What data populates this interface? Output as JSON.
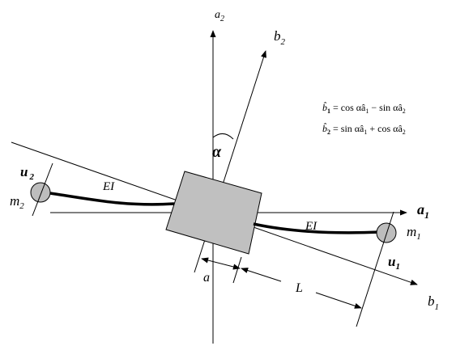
{
  "labels": {
    "a1": "a",
    "a1_sub": "1",
    "a2": "a",
    "a2_sub": "2",
    "b1": "b",
    "b1_sub": "1",
    "b2": "b",
    "b2_sub": "2",
    "alpha": "α",
    "u1": "u",
    "u1_sub": "1",
    "u2": "u",
    "u2_sub": "2",
    "m1": "m",
    "m1_sub": "1",
    "m2": "m",
    "m2_sub": "2",
    "ei_left": "EI",
    "ei_right": "EI",
    "dim_a": "a",
    "dim_L": "L"
  },
  "equations": {
    "eq1_lhs": "b̂",
    "eq1_lhs_sub": "1",
    "eq1_rhs": " = cos αâ",
    "eq1_rhs_sub1": "1",
    "eq1_mid": " − sin αâ",
    "eq1_rhs_sub2": "2",
    "eq2_lhs": "b̂",
    "eq2_lhs_sub": "2",
    "eq2_rhs": " = sin αâ",
    "eq2_rhs_sub1": "1",
    "eq2_mid": " + cos αâ",
    "eq2_rhs_sub2": "2"
  },
  "colors": {
    "line": "#000000",
    "hub_fill": "#c0c0c0",
    "mass_fill": "#bdbdbd"
  }
}
